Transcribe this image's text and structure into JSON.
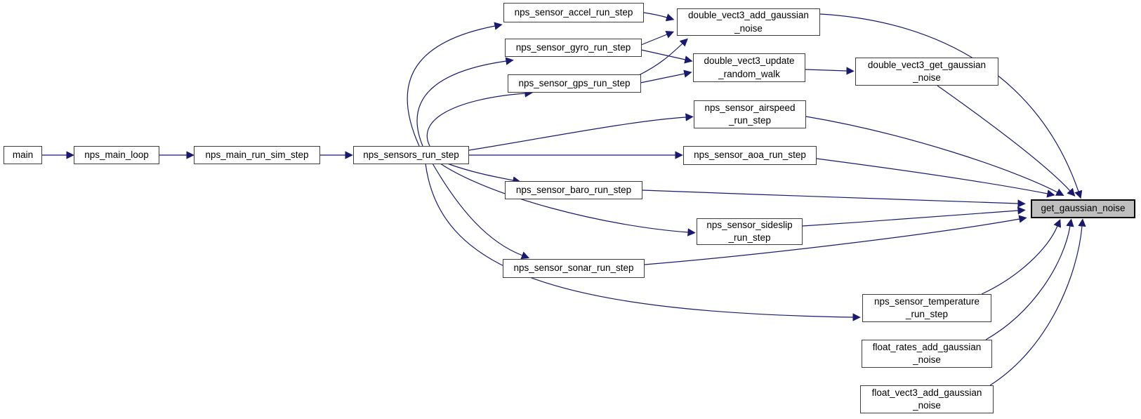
{
  "diagram": {
    "title": "get_gaussian_noise caller graph",
    "type": "call-graph",
    "edge_color": "#191970",
    "node_border_color": "#3d3d3d",
    "highlight_fill": "#bfbfbf",
    "nodes": {
      "main": {
        "label": "main"
      },
      "nps_main_loop": {
        "label": "nps_main_loop"
      },
      "nps_main_run_sim_step": {
        "label": "nps_main_run_sim_step"
      },
      "nps_sensors_run_step": {
        "label": "nps_sensors_run_step"
      },
      "nps_sensor_accel_run_step": {
        "label": "nps_sensor_accel_run_step"
      },
      "nps_sensor_gyro_run_step": {
        "label": "nps_sensor_gyro_run_step"
      },
      "nps_sensor_gps_run_step": {
        "label": "nps_sensor_gps_run_step"
      },
      "double_vect3_add_gaussian_noise": {
        "label": "double_vect3_add_gaussian\n_noise"
      },
      "double_vect3_update_random_walk": {
        "label": "double_vect3_update\n_random_walk"
      },
      "double_vect3_get_gaussian_noise": {
        "label": "double_vect3_get_gaussian\n_noise"
      },
      "nps_sensor_airspeed_run_step": {
        "label": "nps_sensor_airspeed\n_run_step"
      },
      "nps_sensor_aoa_run_step": {
        "label": "nps_sensor_aoa_run_step"
      },
      "nps_sensor_baro_run_step": {
        "label": "nps_sensor_baro_run_step"
      },
      "nps_sensor_sideslip_run_step": {
        "label": "nps_sensor_sideslip\n_run_step"
      },
      "nps_sensor_sonar_run_step": {
        "label": "nps_sensor_sonar_run_step"
      },
      "nps_sensor_temperature_run_step": {
        "label": "nps_sensor_temperature\n_run_step"
      },
      "float_rates_add_gaussian_noise": {
        "label": "float_rates_add_gaussian\n_noise"
      },
      "float_vect3_add_gaussian_noise": {
        "label": "float_vect3_add_gaussian\n_noise"
      },
      "get_gaussian_noise": {
        "label": "get_gaussian_noise"
      }
    },
    "edges": [
      {
        "from": "main",
        "to": "nps_main_loop"
      },
      {
        "from": "nps_main_loop",
        "to": "nps_main_run_sim_step"
      },
      {
        "from": "nps_main_run_sim_step",
        "to": "nps_sensors_run_step"
      },
      {
        "from": "nps_sensors_run_step",
        "to": "nps_sensor_accel_run_step"
      },
      {
        "from": "nps_sensors_run_step",
        "to": "nps_sensor_gyro_run_step"
      },
      {
        "from": "nps_sensors_run_step",
        "to": "nps_sensor_gps_run_step"
      },
      {
        "from": "nps_sensors_run_step",
        "to": "nps_sensor_airspeed_run_step"
      },
      {
        "from": "nps_sensors_run_step",
        "to": "nps_sensor_aoa_run_step"
      },
      {
        "from": "nps_sensors_run_step",
        "to": "nps_sensor_baro_run_step"
      },
      {
        "from": "nps_sensors_run_step",
        "to": "nps_sensor_sideslip_run_step"
      },
      {
        "from": "nps_sensors_run_step",
        "to": "nps_sensor_sonar_run_step"
      },
      {
        "from": "nps_sensors_run_step",
        "to": "nps_sensor_temperature_run_step"
      },
      {
        "from": "nps_sensor_accel_run_step",
        "to": "double_vect3_add_gaussian_noise"
      },
      {
        "from": "nps_sensor_gyro_run_step",
        "to": "double_vect3_add_gaussian_noise"
      },
      {
        "from": "nps_sensor_gyro_run_step",
        "to": "double_vect3_update_random_walk"
      },
      {
        "from": "nps_sensor_gps_run_step",
        "to": "double_vect3_add_gaussian_noise"
      },
      {
        "from": "nps_sensor_gps_run_step",
        "to": "double_vect3_update_random_walk"
      },
      {
        "from": "double_vect3_update_random_walk",
        "to": "double_vect3_get_gaussian_noise"
      },
      {
        "from": "double_vect3_add_gaussian_noise",
        "to": "get_gaussian_noise"
      },
      {
        "from": "double_vect3_get_gaussian_noise",
        "to": "get_gaussian_noise"
      },
      {
        "from": "nps_sensor_airspeed_run_step",
        "to": "get_gaussian_noise"
      },
      {
        "from": "nps_sensor_aoa_run_step",
        "to": "get_gaussian_noise"
      },
      {
        "from": "nps_sensor_baro_run_step",
        "to": "get_gaussian_noise"
      },
      {
        "from": "nps_sensor_sideslip_run_step",
        "to": "get_gaussian_noise"
      },
      {
        "from": "nps_sensor_sonar_run_step",
        "to": "get_gaussian_noise"
      },
      {
        "from": "nps_sensor_temperature_run_step",
        "to": "get_gaussian_noise"
      },
      {
        "from": "float_rates_add_gaussian_noise",
        "to": "get_gaussian_noise"
      },
      {
        "from": "float_vect3_add_gaussian_noise",
        "to": "get_gaussian_noise"
      }
    ]
  }
}
